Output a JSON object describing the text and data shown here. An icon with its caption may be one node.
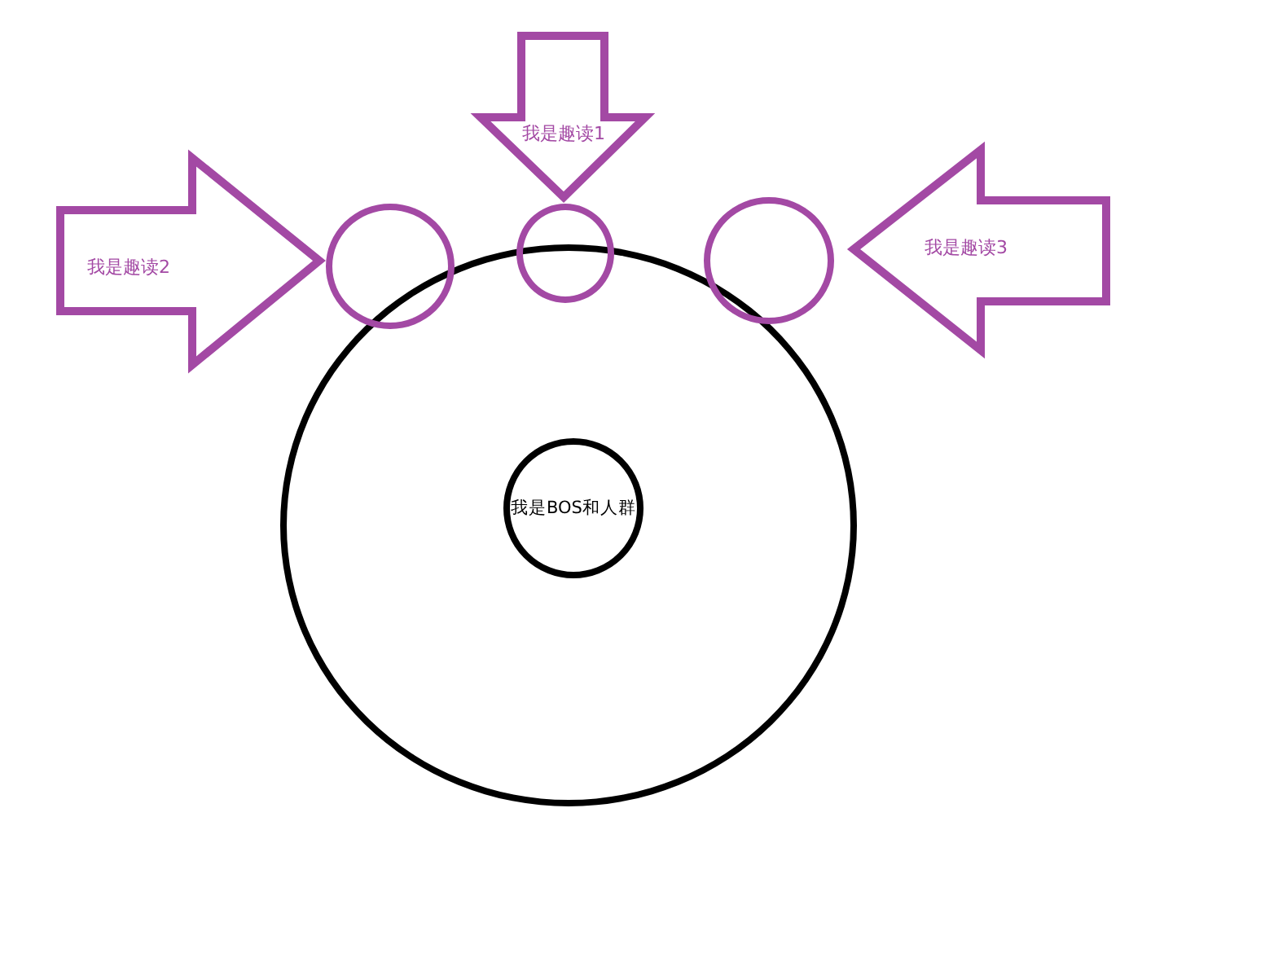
{
  "diagram": {
    "nodes": [
      {
        "text": [
          "我是趣读1"
        ]
      },
      {
        "text": [
          "我是趣读2"
        ]
      },
      {
        "text": [],
        "shape": "circle"
      },
      {
        "text": [],
        "shape": "circle"
      },
      {
        "text": [],
        "shape": "circle"
      },
      {
        "text": [
          "我是趣读3"
        ]
      },
      {
        "text": [],
        "shape": "circle"
      },
      {
        "text": [
          "我是BOS和人群"
        ],
        "in": 6
      }
    ]
  }
}
